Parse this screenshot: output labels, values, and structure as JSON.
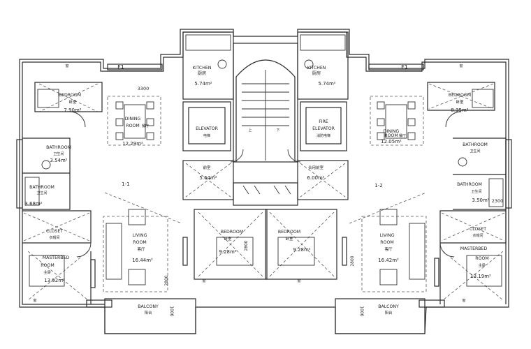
{
  "colors": {
    "line": "#2a2a2a",
    "dash": "#555555",
    "background": "#ffffff"
  },
  "markers": {
    "f1_left": "F1",
    "f1_right": "F1"
  },
  "rooms": {
    "kitchen_left": {
      "en": "KITCHEN",
      "cn": "厨房",
      "area": "5.74m²"
    },
    "kitchen_right": {
      "en": "KITCHEN",
      "cn": "厨房",
      "area": "5.74m²"
    },
    "elevator": {
      "en": "ELEVATOR",
      "cn": "电梯"
    },
    "fire_elevator": {
      "en": "FIRE",
      "en2": "ELEVATOR",
      "cn": "消防电梯"
    },
    "lobby_left": {
      "cn": "前室",
      "area": "5.64m²"
    },
    "lobby_right": {
      "cn": "合用前室",
      "area": "6.00m²"
    },
    "bedroom_left_top": {
      "en": "BEDROOM",
      "cn": "卧室",
      "area": "7.90m²"
    },
    "bedroom_right_top": {
      "en": "BEDROOM",
      "cn": "卧室",
      "area": "8.35m²"
    },
    "dining_left": {
      "en": "DINING",
      "en2": "ROOM",
      "cn": "餐厅",
      "area": "12.29m²"
    },
    "dining_right": {
      "en": "DINING",
      "en2": "ROOM",
      "cn": "餐厅",
      "area": "12.05m²"
    },
    "bathroom_left_top": {
      "en": "BATHROOM",
      "cn": "卫生间",
      "area": "3.54m²"
    },
    "bathroom_left_bot": {
      "en": "BATHROOM",
      "cn": "卫生间",
      "area": "3.68m²"
    },
    "bathroom_right_top": {
      "en": "BATHROOM",
      "cn": "卫生间"
    },
    "bathroom_right_bot": {
      "en": "BATHROOM",
      "cn": "卫生间",
      "area": "3.50m²"
    },
    "closet_left": {
      "en": "CLOSET",
      "cn": "衣帽间"
    },
    "closet_right": {
      "en": "CLOSET",
      "cn": "衣帽间"
    },
    "master_left": {
      "en": "MASTERBED",
      "en2": "ROOM",
      "cn": "主卧",
      "area": "13.92m²"
    },
    "master_right": {
      "en": "MASTERBED",
      "en2": "ROOM",
      "cn": "主卧",
      "area": "13.19m²"
    },
    "living_left": {
      "en": "LIVING",
      "en2": "ROOM",
      "cn": "客厅",
      "area": "16.44m²"
    },
    "living_right": {
      "en": "LIVING",
      "en2": "ROOM",
      "cn": "客厅",
      "area": "16.42m²"
    },
    "bedroom_mid_left": {
      "en": "BEDROOM",
      "cn": "卧室",
      "area": "9.28m²"
    },
    "bedroom_mid_right": {
      "en": "BEDROOM",
      "cn": "卧室",
      "area": "9.28m²"
    },
    "balcony_left": {
      "en": "BALCONY",
      "cn": "阳台"
    },
    "balcony_right": {
      "en": "BALCONY",
      "cn": "阳台"
    }
  },
  "unit_labels": {
    "left": "1-1",
    "right": "1-2"
  },
  "dimensions": {
    "d3300": "3300",
    "d2300": "2300",
    "d2800a": "2800",
    "d2800b": "2800",
    "d2800c": "2800",
    "d1000a": "1000",
    "d1000b": "1000"
  },
  "small_labels": {
    "window": "窗",
    "stair_up": "上",
    "stair_down": "下"
  }
}
